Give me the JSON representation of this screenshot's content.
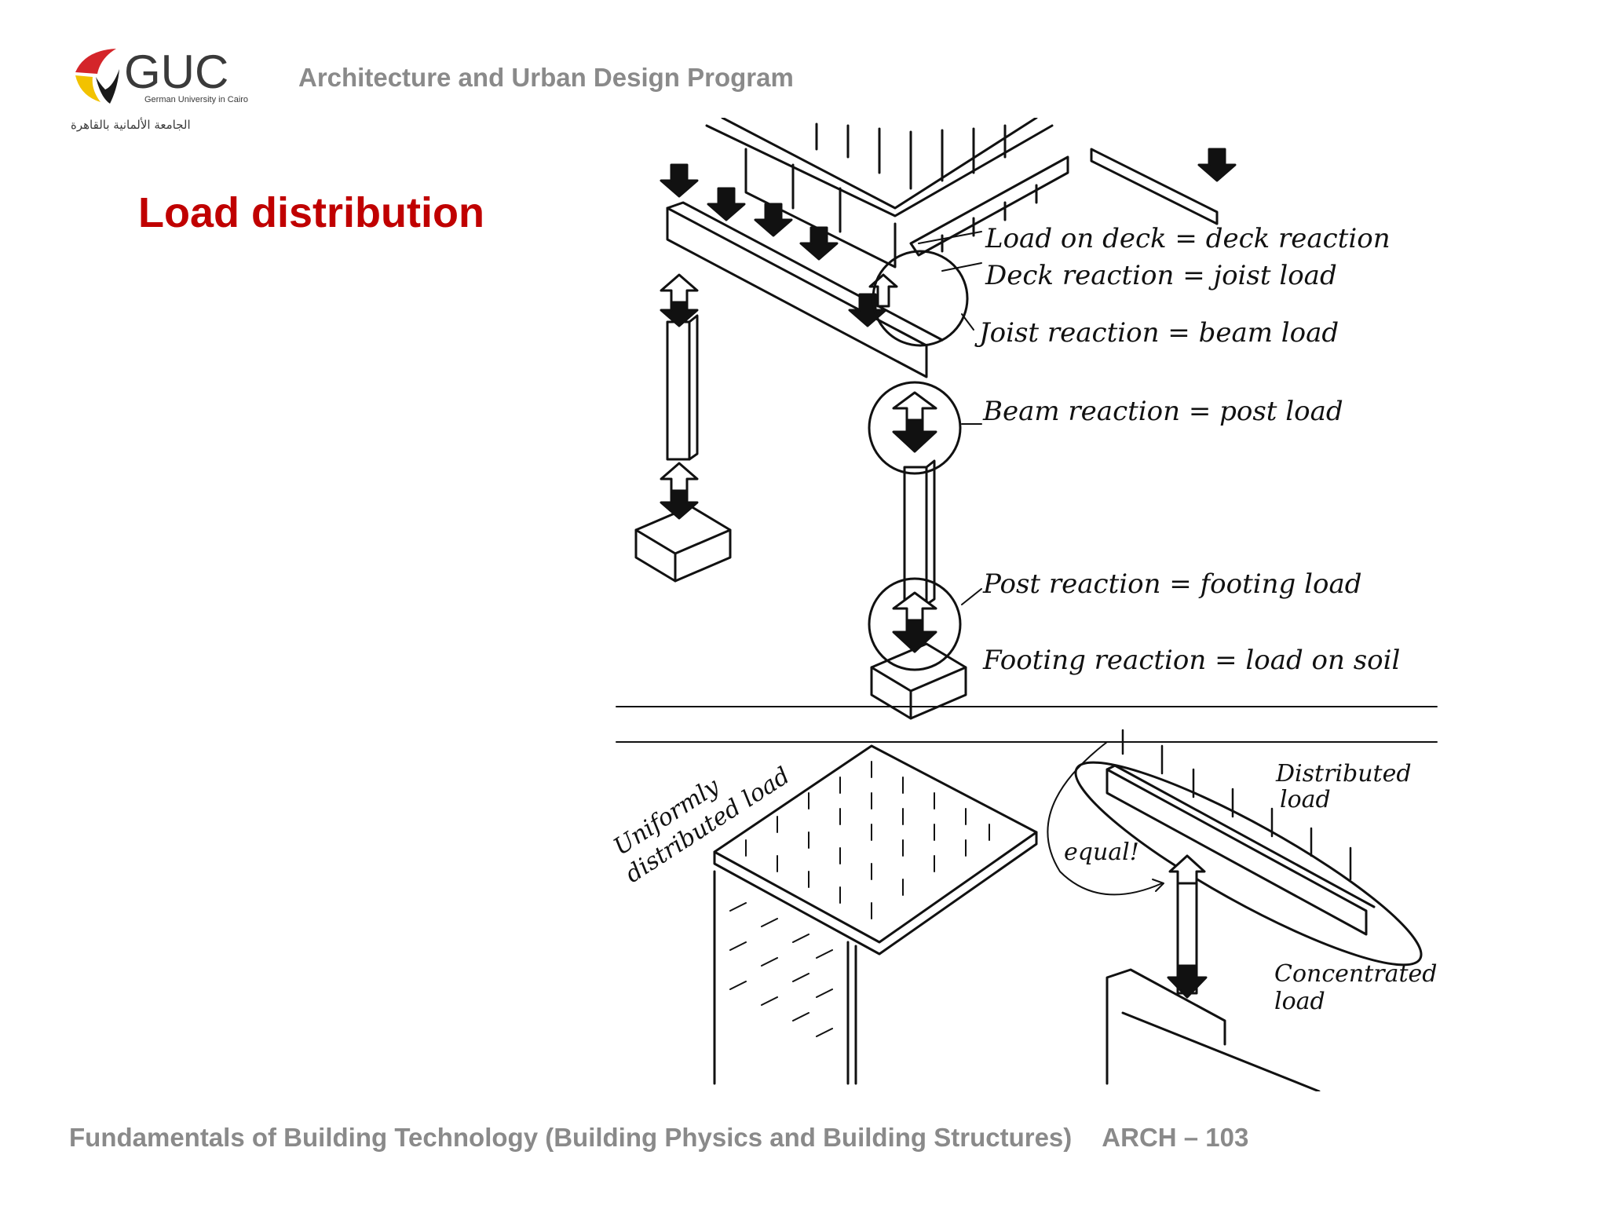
{
  "header": {
    "logo_text": "GUC",
    "logo_subtitle": "German University in Cairo",
    "logo_arabic": "الجامعة الألمانية بالقاهرة",
    "program": "Architecture and Urban Design Program"
  },
  "slide": {
    "title": "Load distribution"
  },
  "diagram": {
    "labels": {
      "deck_load": "Load on deck = deck reaction",
      "deck_reaction": "Deck reaction = joist load",
      "joist_reaction": "Joist reaction = beam load",
      "beam_reaction": "Beam reaction = post load",
      "post_reaction": "Post reaction = footing load",
      "footing_reaction": "Footing reaction = load on soil",
      "uniform_1": "Uniformly",
      "uniform_2": "distributed load",
      "distributed_1": "Distributed",
      "distributed_2": "load",
      "equal": "equal!",
      "concentrated_1": "Concentrated",
      "concentrated_2": "load"
    }
  },
  "footer": {
    "course": "Fundamentals of Building Technology (Building Physics and Building Structures)",
    "code": "ARCH – 103"
  }
}
